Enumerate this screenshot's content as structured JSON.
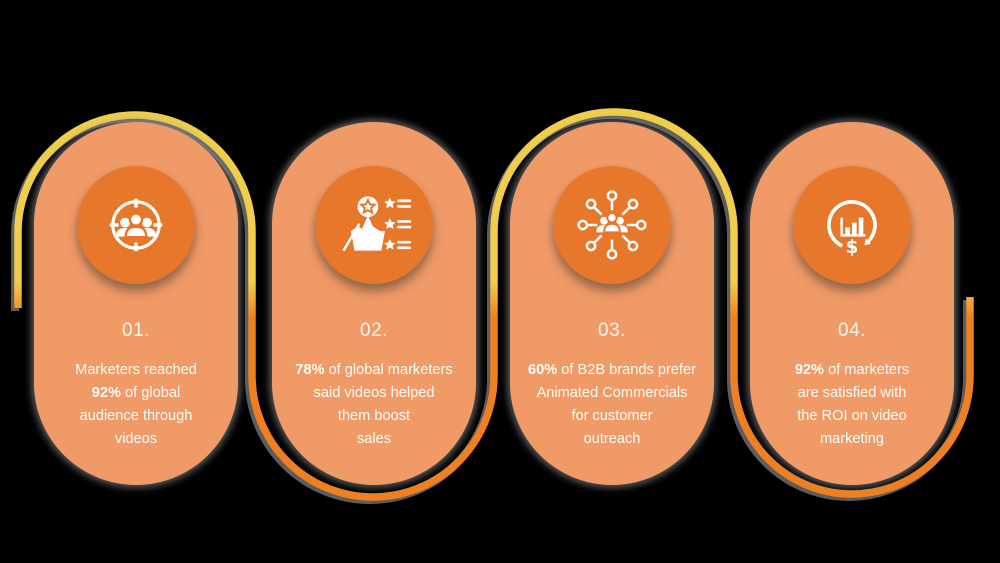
{
  "palette": {
    "bg": "#000000",
    "card_bg": "#F09A68",
    "circle_bg": "#E7782B",
    "line_yellow": "#F0CE4B",
    "line_orange": "#EF8022",
    "line_shadow_gray": "#A9A9A9",
    "text_white": "#FFFCF8"
  },
  "cards": [
    {
      "number": "01.",
      "icon": "audience-target-icon",
      "lines": [
        [
          {
            "t": "Marketers reached",
            "b": false
          }
        ],
        [
          {
            "t": "92%",
            "b": true
          },
          {
            "t": " of global",
            "b": false
          }
        ],
        [
          {
            "t": "audience through",
            "b": false
          }
        ],
        [
          {
            "t": "videos",
            "b": false
          }
        ]
      ]
    },
    {
      "number": "02.",
      "icon": "award-checklist-icon",
      "lines": [
        [
          {
            "t": "78%",
            "b": true
          },
          {
            "t": " of global marketers",
            "b": false
          }
        ],
        [
          {
            "t": "said videos helped",
            "b": false
          }
        ],
        [
          {
            "t": "them boost",
            "b": false
          }
        ],
        [
          {
            "t": "sales",
            "b": false
          }
        ]
      ]
    },
    {
      "number": "03.",
      "icon": "network-outreach-icon",
      "lines": [
        [
          {
            "t": "60%",
            "b": true
          },
          {
            "t": " of B2B brands prefer",
            "b": false
          }
        ],
        [
          {
            "t": "Animated Commercials",
            "b": false
          }
        ],
        [
          {
            "t": "for customer",
            "b": false
          }
        ],
        [
          {
            "t": "outreach",
            "b": false
          }
        ]
      ]
    },
    {
      "number": "04.",
      "icon": "roi-chart-icon",
      "lines": [
        [
          {
            "t": "92%",
            "b": true
          },
          {
            "t": " of marketers",
            "b": false
          }
        ],
        [
          {
            "t": "are satisfied with",
            "b": false
          }
        ],
        [
          {
            "t": "the ROI on video",
            "b": false
          }
        ],
        [
          {
            "t": "marketing",
            "b": false
          }
        ]
      ]
    }
  ]
}
